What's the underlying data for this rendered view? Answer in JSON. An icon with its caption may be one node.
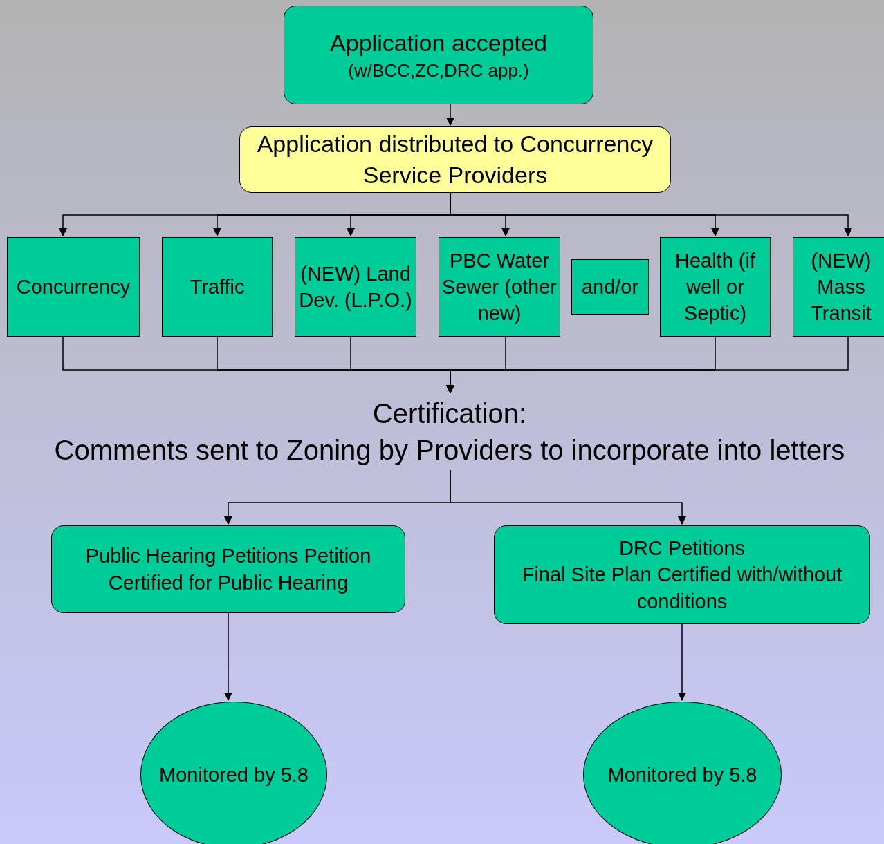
{
  "diagram": {
    "nodes": [
      {
        "text": [
          "Application accepted",
          "(w/BCC,ZC,DRC app.)"
        ]
      },
      {
        "text": [
          "Application distributed to Concurrency Service Providers"
        ]
      },
      {
        "text": [
          "Concurrency"
        ]
      },
      {
        "text": [
          "Traffic"
        ]
      },
      {
        "text": [
          "(NEW) Land Dev. (L.P.O.)"
        ]
      },
      {
        "text": [
          "PBC Water Sewer (other new)"
        ]
      },
      {
        "text": [
          "and/or"
        ]
      },
      {
        "text": [
          "Health (if well or Septic)"
        ]
      },
      {
        "text": [
          "(NEW) Mass Transit"
        ]
      },
      {
        "text": [
          "Certification:",
          "Comments sent to Zoning by Providers to incorporate into letters"
        ]
      },
      {
        "text": [
          "Public Hearing Petitions Petition Certified for Public Hearing"
        ]
      },
      {
        "text": [
          "DRC Petitions",
          "Final Site Plan Certified with/without conditions"
        ]
      },
      {
        "text": [
          "Monitored by 5.8"
        ]
      },
      {
        "text": [
          "Monitored by 5.8"
        ]
      }
    ],
    "edges": [
      {
        "from": 0,
        "to": 1,
        "arrow": "to"
      },
      {
        "from": 1,
        "to": 2,
        "arrow": "to"
      },
      {
        "from": 1,
        "to": 3,
        "arrow": "to"
      },
      {
        "from": 1,
        "to": 4,
        "arrow": "to"
      },
      {
        "from": 1,
        "to": 5,
        "arrow": "to"
      },
      {
        "from": 1,
        "to": 7,
        "arrow": "to"
      },
      {
        "from": 1,
        "to": 8,
        "arrow": "to"
      },
      {
        "from": 2,
        "to": 9,
        "arrow": "to"
      },
      {
        "from": 3,
        "to": 9,
        "arrow": "to"
      },
      {
        "from": 4,
        "to": 9,
        "arrow": "to"
      },
      {
        "from": 5,
        "to": 9,
        "arrow": "to"
      },
      {
        "from": 7,
        "to": 9,
        "arrow": "to"
      },
      {
        "from": 8,
        "to": 9,
        "arrow": "to"
      },
      {
        "from": 9,
        "to": 10,
        "arrow": "to"
      },
      {
        "from": 9,
        "to": 11,
        "arrow": "to"
      },
      {
        "from": 10,
        "to": 12,
        "arrow": "to"
      },
      {
        "from": 11,
        "to": 13,
        "arrow": "to"
      }
    ]
  }
}
